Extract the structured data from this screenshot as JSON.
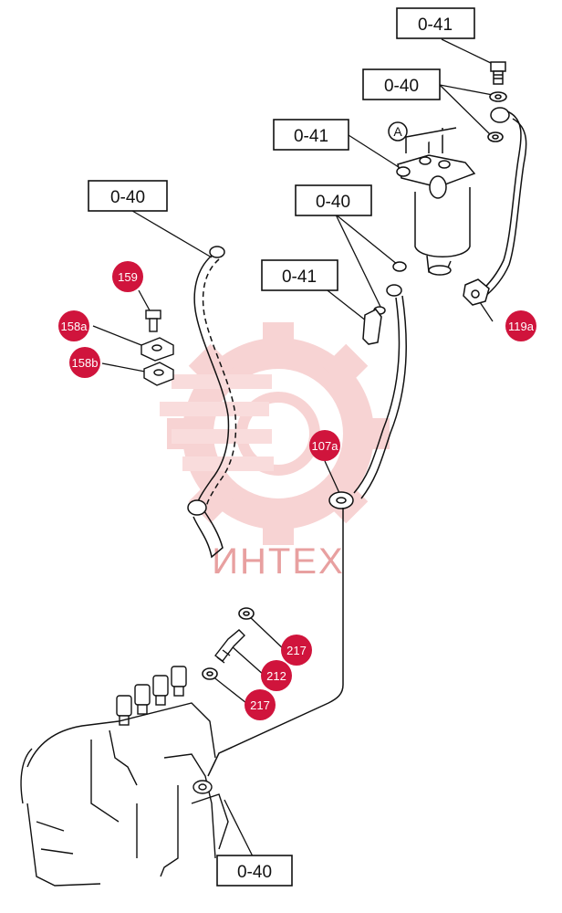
{
  "watermark": {
    "text": "ИНТЕХ",
    "color": "#e8a0a0"
  },
  "badge_color": "#d0143c",
  "view_marker": "A",
  "callouts": [
    {
      "id": "box-0-41-top",
      "label": "0-41"
    },
    {
      "id": "box-0-40-upper-right",
      "label": "0-40"
    },
    {
      "id": "box-0-41-filter",
      "label": "0-41"
    },
    {
      "id": "box-0-40-left",
      "label": "0-40"
    },
    {
      "id": "box-0-40-mid",
      "label": "0-40"
    },
    {
      "id": "box-0-41-mid",
      "label": "0-41"
    },
    {
      "id": "box-0-40-bottom",
      "label": "0-40"
    }
  ],
  "part_badges": [
    {
      "id": "badge-159",
      "label": "159"
    },
    {
      "id": "badge-158a",
      "label": "158a"
    },
    {
      "id": "badge-158b",
      "label": "158b"
    },
    {
      "id": "badge-119a",
      "label": "119a"
    },
    {
      "id": "badge-107a",
      "label": "107a"
    },
    {
      "id": "badge-217-top",
      "label": "217"
    },
    {
      "id": "badge-212",
      "label": "212"
    },
    {
      "id": "badge-217-bottom",
      "label": "217"
    }
  ]
}
